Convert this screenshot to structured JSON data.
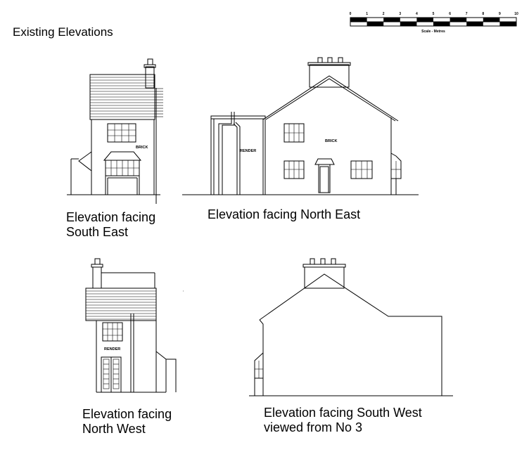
{
  "title": "Existing Elevations",
  "scale_bar": {
    "ticks": [
      "0",
      "1",
      "2",
      "3",
      "4",
      "5",
      "6",
      "7",
      "8",
      "9",
      "10"
    ],
    "caption": "Scale - Metres"
  },
  "material_labels": {
    "brick": "BRICK",
    "render": "RENDER"
  },
  "elevations": [
    {
      "line1": "Elevation facing",
      "line2": "South East"
    },
    {
      "line1": "Elevation facing North East"
    },
    {
      "line1": "Elevation facing",
      "line2": "North West"
    },
    {
      "line1": "Elevation facing South West",
      "line2": "viewed from No 3"
    }
  ]
}
